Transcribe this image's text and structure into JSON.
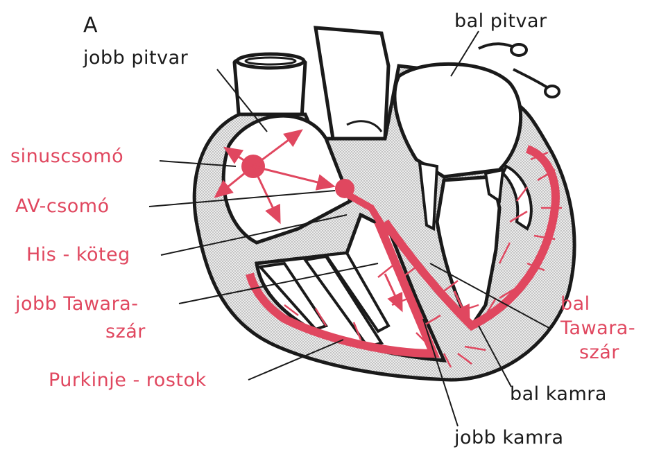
{
  "panel_letter": "A",
  "labels": {
    "jobb_pitvar": "jobb  pitvar",
    "bal_pitvar": "bal pitvar",
    "sinuscsomo": "sinuscsomó",
    "av_csomo": "AV-csomó",
    "his_koteg": "His - köteg",
    "jobb_tawara_1": "jobb Tawara-",
    "jobb_tawara_2": "szár",
    "purkinje": "Purkinje - rostok",
    "bal_tawara_1": "bal",
    "bal_tawara_2": "Tawara-",
    "bal_tawara_3": "szár",
    "bal_kamra": "bal kamra",
    "jobb_kamra": "jobb kamra"
  },
  "colors": {
    "conduction": "#e0475f",
    "outline": "#1a1a1a",
    "wall_fill": "#d9d9d9",
    "background": "#ffffff"
  }
}
